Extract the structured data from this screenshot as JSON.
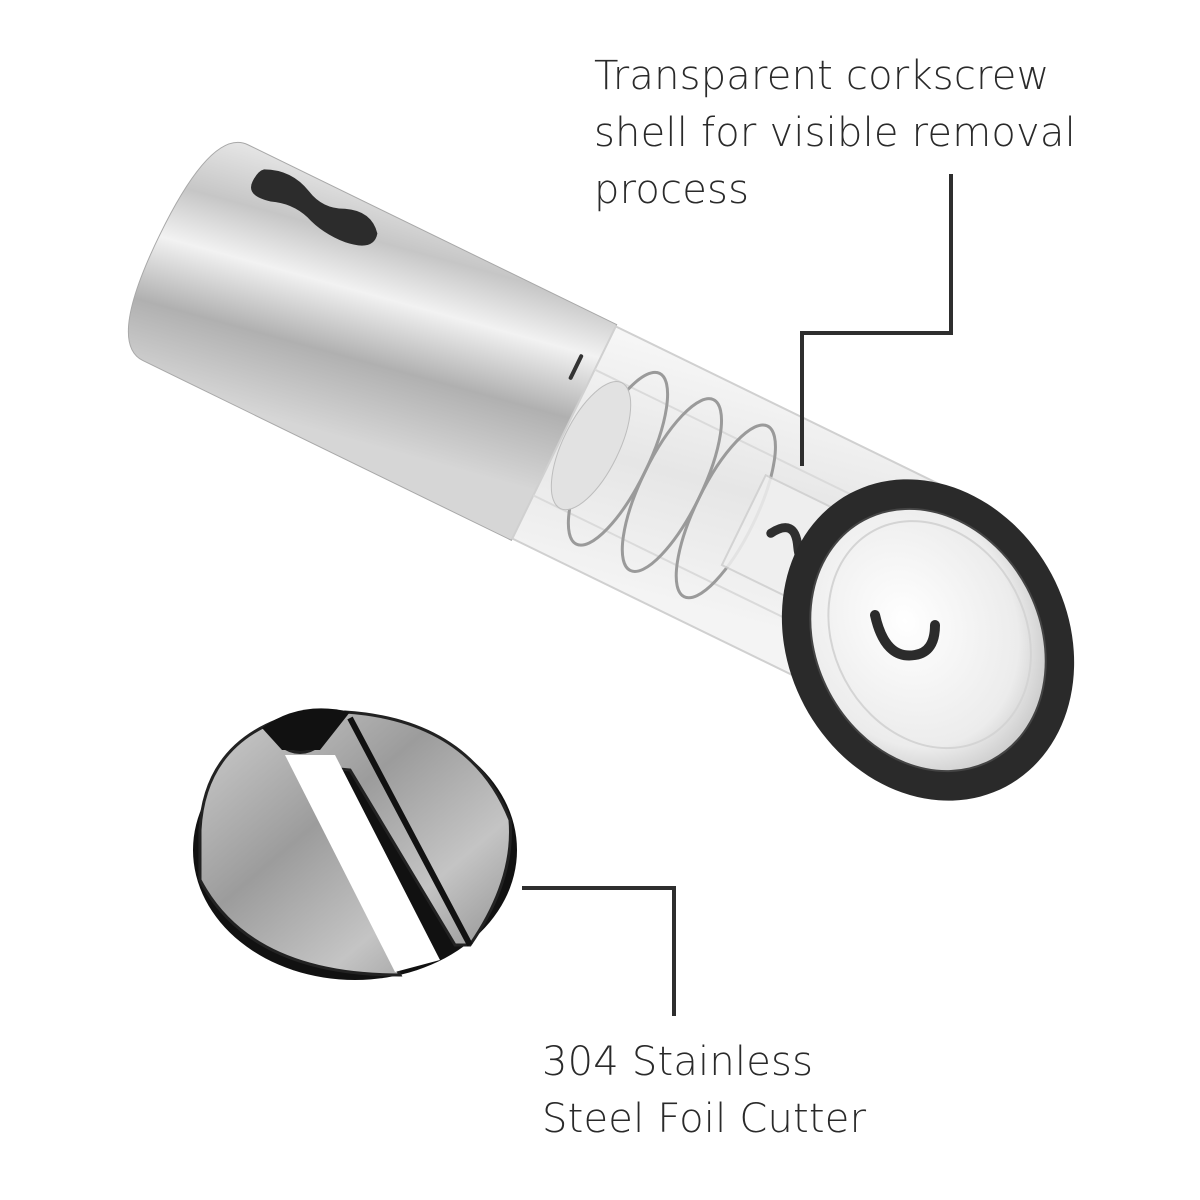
{
  "callouts": {
    "shell": {
      "lines": [
        "Transparent corkscrew",
        "shell for visible removal",
        "process"
      ]
    },
    "foil_cutter": {
      "lines": [
        "304 Stainless",
        "Steel Foil Cutter"
      ]
    }
  },
  "products": {
    "corkscrew": {
      "name": "electric-wine-opener",
      "body_color": "#b9b9b9",
      "ring_color": "#2a2a2a",
      "button_color": "#2c2c2c"
    },
    "cutter": {
      "name": "foil-cutter",
      "color": "#a9a9a9",
      "edge_color": "#111111"
    }
  },
  "colors": {
    "background": "#ffffff",
    "text": "#2a2a2a",
    "leader_line": "#2e2e2e"
  }
}
